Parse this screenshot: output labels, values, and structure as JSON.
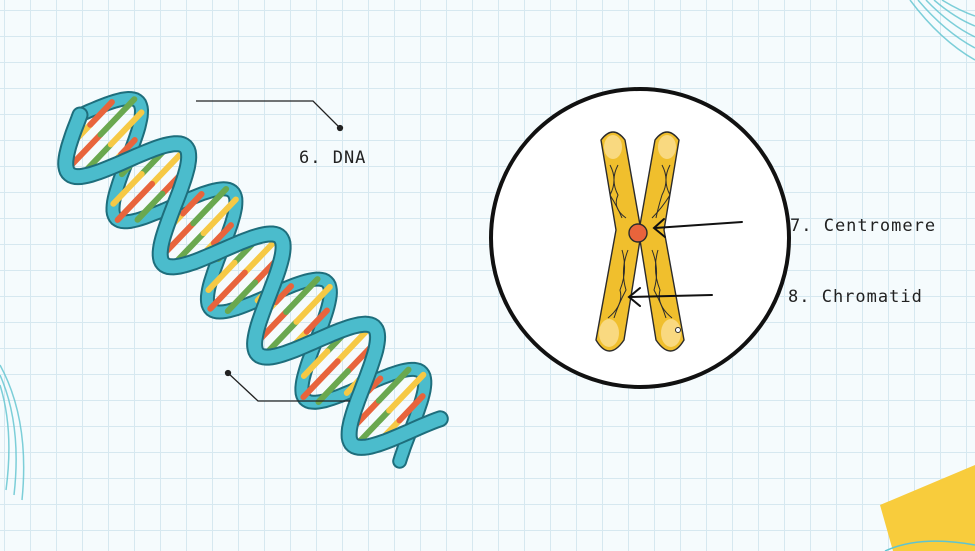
{
  "labels": {
    "dna": "6. DNA",
    "centromere": "7. Centromere",
    "chromatid": "8. Chromatid"
  },
  "colors": {
    "ribbon": "#4bbccc",
    "ribbon_edge": "#1e6e7c",
    "rung_yellow": "#f6c945",
    "rung_red": "#e8643c",
    "rung_green": "#6aa84f",
    "chromosome": "#f0bf2d",
    "centromere": "#e8643c",
    "corner_accent": "#f8cc3c"
  },
  "icons": [
    "dna-helix-icon",
    "chromosome-icon",
    "arrow-icon"
  ]
}
